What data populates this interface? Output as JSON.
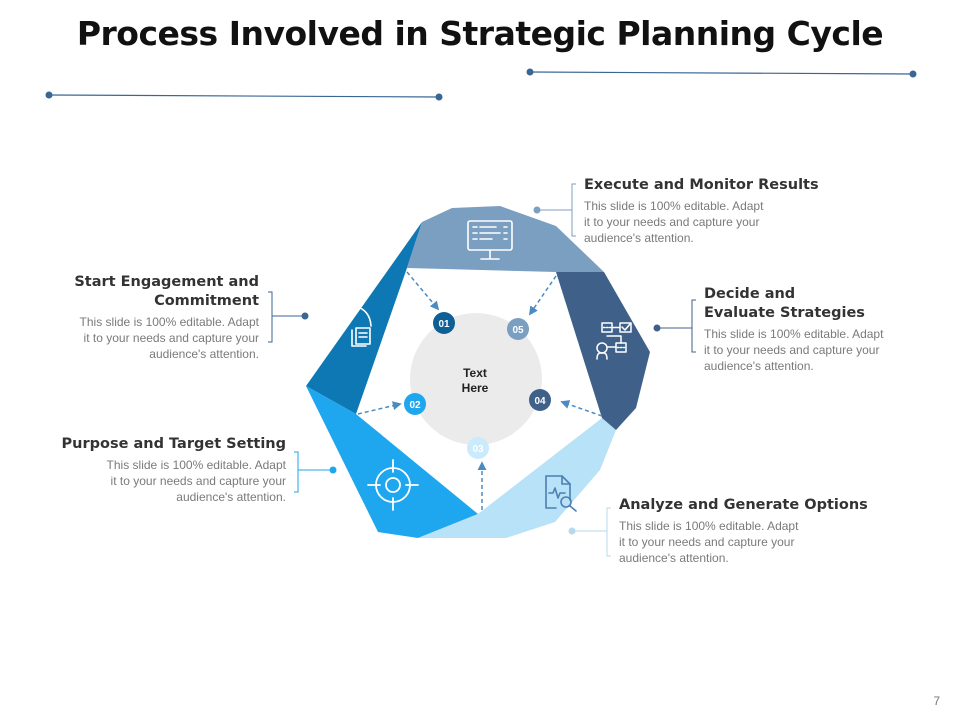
{
  "title": "Process Involved in Strategic Planning Cycle",
  "center_label_line1": "Text",
  "center_label_line2": "Here",
  "page_number": "7",
  "colors": {
    "step1": "#0d78b3",
    "step2": "#1ea6ee",
    "step3": "#b7e2f8",
    "step4": "#3f6189",
    "step5": "#7b9fc1",
    "center": "#ebebeb"
  },
  "steps": [
    {
      "number": "01",
      "title_line1": "Start Engagement and",
      "title_line2": "Commitment",
      "description_line1": "This slide is 100% editable. Adapt",
      "description_line2": "it to your needs and capture your",
      "description_line3": "audience's attention.",
      "icon": "team-conversation-icon"
    },
    {
      "number": "02",
      "title_line1": "Purpose and Target Setting",
      "description_line1": "This slide is 100% editable. Adapt",
      "description_line2": "it to your needs and capture your",
      "description_line3": "audience's attention.",
      "icon": "target-icon"
    },
    {
      "number": "03",
      "title_line1": "Analyze and Generate Options",
      "description_line1": "This slide is 100% editable. Adapt",
      "description_line2": "it to your needs and capture your",
      "description_line3": "audience's attention.",
      "icon": "document-analysis-icon"
    },
    {
      "number": "04",
      "title_line1": "Decide and",
      "title_line2": "Evaluate Strategies",
      "description_line1": "This slide is 100% editable. Adapt",
      "description_line2": "it to your needs and capture your",
      "description_line3": "audience's attention.",
      "icon": "decision-flow-icon"
    },
    {
      "number": "05",
      "title_line1": "Execute and Monitor Results",
      "description_line1": "This slide is 100% editable. Adapt",
      "description_line2": "it to your needs and capture your",
      "description_line3": "audience's attention.",
      "icon": "monitor-icon"
    }
  ]
}
